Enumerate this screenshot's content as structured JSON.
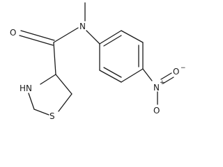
{
  "molecule": {
    "atoms": {
      "oxygen_carbonyl": "O",
      "nitrogen_amide": "N",
      "nitrogen_ring": "HN",
      "sulfur_ring": "S",
      "nitrogen_nitro": "N",
      "nitro_charge_plus": "+",
      "oxygen_nitro_top": "O",
      "oxygen_nitro_bottom": "O",
      "nitro_charge_minus": "−"
    }
  }
}
